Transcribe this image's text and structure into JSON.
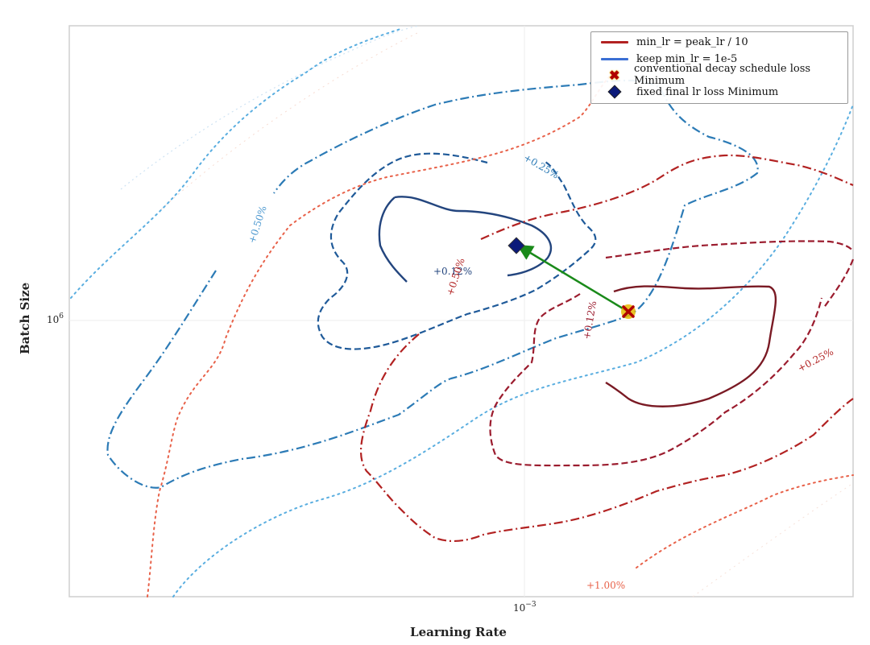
{
  "chart_data": {
    "type": "contour",
    "xlabel": "Learning Rate",
    "ylabel": "Batch Size",
    "x_scale": "log",
    "y_scale": "log",
    "xticks": [
      "10^-3"
    ],
    "yticks": [
      "10^6"
    ],
    "grid": true,
    "legend_position": "top-right",
    "legend": [
      {
        "label": "min_lr = peak_lr / 10",
        "color": "#b22222",
        "kind": "line"
      },
      {
        "label": "keep min_lr = 1e-5",
        "color": "#3b6fd4",
        "kind": "line"
      },
      {
        "label": "conventional decay schedule loss Minimum",
        "color": "#b00000",
        "kind": "x-marker"
      },
      {
        "label": "fixed final lr loss Minimum",
        "color": "#0b1a7a",
        "kind": "diamond-marker"
      }
    ],
    "minima": {
      "conventional": {
        "learning_rate": 0.00125,
        "batch_size": 1000000
      },
      "fixed_final": {
        "learning_rate": 0.00098,
        "batch_size": 1350000
      }
    },
    "contour_labels": [
      {
        "text": "+0.12%",
        "series": "blue"
      },
      {
        "text": "+0.25%",
        "series": "blue"
      },
      {
        "text": "+0.50%",
        "series": "blue"
      },
      {
        "text": "+0.50%",
        "series": "red"
      },
      {
        "text": "+0.12%",
        "series": "red"
      },
      {
        "text": "+0.25%",
        "series": "red"
      },
      {
        "text": "+1.00%",
        "series": "red"
      }
    ]
  },
  "ui": {
    "xtick_base": "10",
    "xtick_exp": "−3",
    "ytick_base": "10",
    "ytick_exp": "6"
  }
}
